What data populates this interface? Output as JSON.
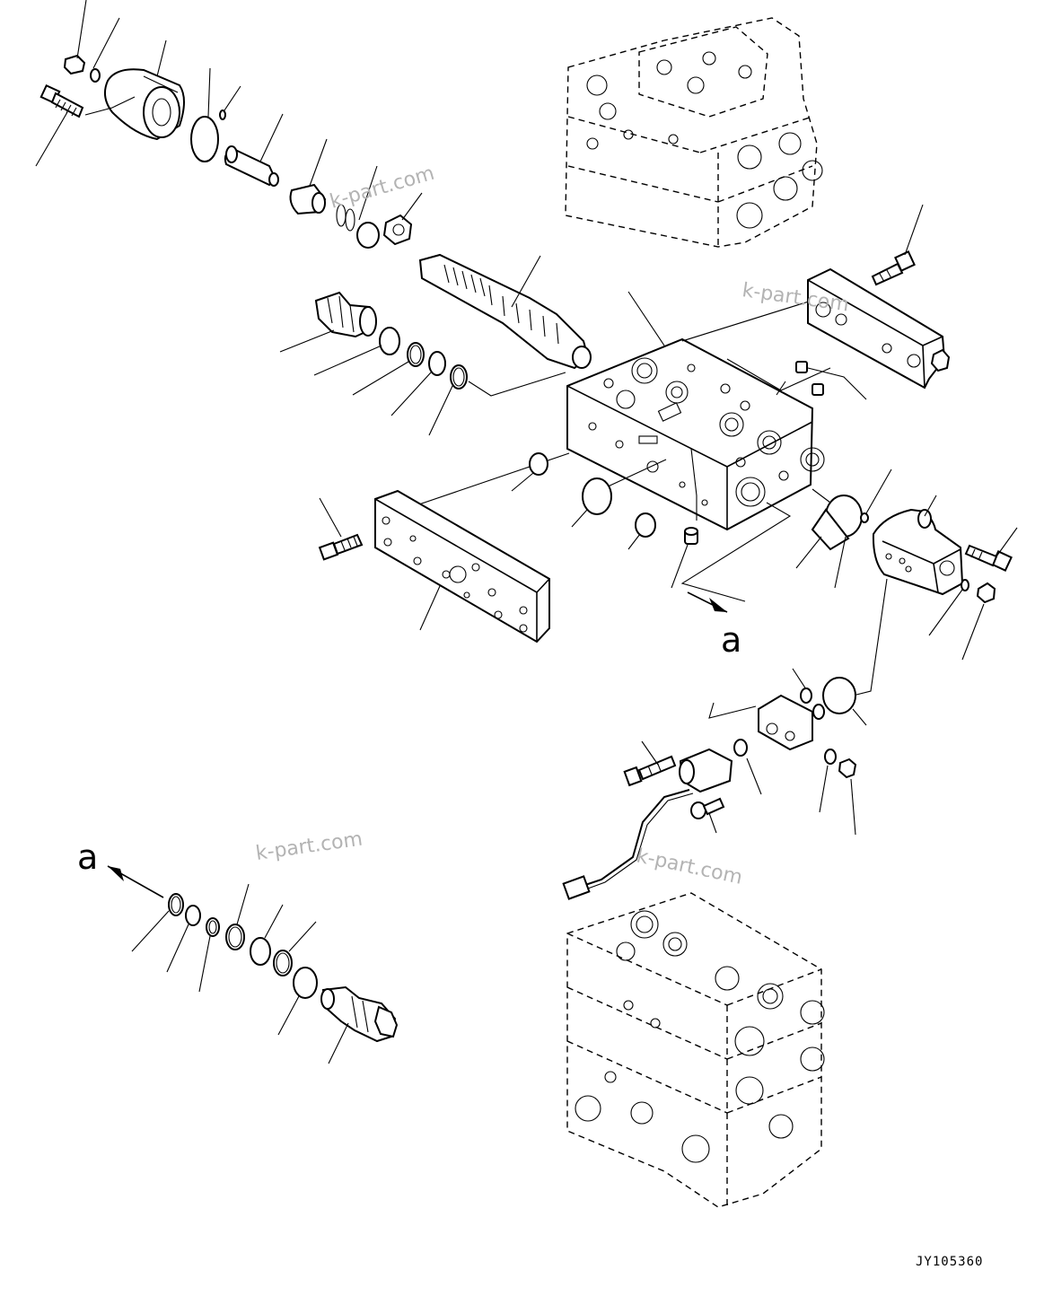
{
  "diagram": {
    "drawing_code": "JY105360",
    "callout_labels": [
      "a",
      "a"
    ],
    "watermarks": [
      "k-part.com",
      "k-part.com",
      "k-part.com",
      "k-part.com"
    ]
  }
}
